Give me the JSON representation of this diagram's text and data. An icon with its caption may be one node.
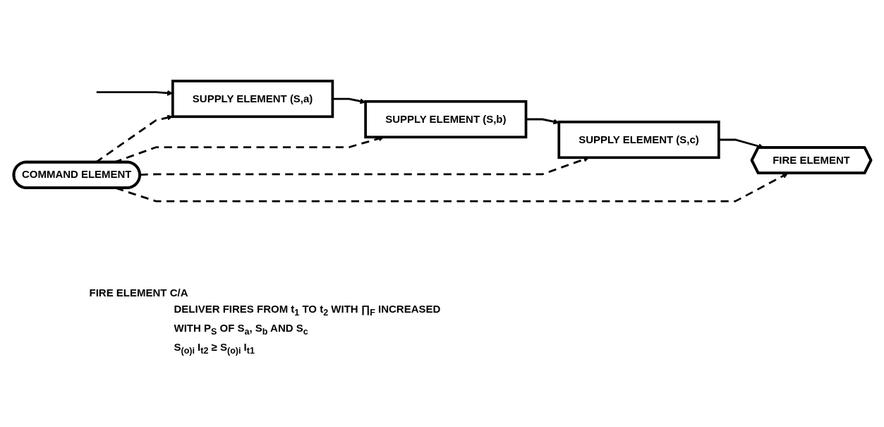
{
  "diagram": {
    "nodes": [
      {
        "text": [
          "COMMAND ELEMENT"
        ]
      },
      {
        "text": [
          "SUPPLY ELEMENT (S,a)"
        ]
      },
      {
        "text": [
          "SUPPLY ELEMENT (S,b)"
        ]
      },
      {
        "text": [
          "SUPPLY ELEMENT (S,c)"
        ]
      },
      {
        "text": [
          "FIRE ELEMENT"
        ]
      }
    ],
    "edges": [
      {
        "from": null,
        "to": 1,
        "arrow": "to"
      },
      {
        "from": 1,
        "to": 2,
        "arrow": "to"
      },
      {
        "from": 2,
        "to": 3,
        "arrow": "to"
      },
      {
        "from": 3,
        "to": 4,
        "arrow": "to"
      },
      {
        "from": 0,
        "to": 1,
        "arrow": "to",
        "style": "dashed"
      },
      {
        "from": 0,
        "to": 2,
        "arrow": "to",
        "style": "dashed"
      },
      {
        "from": 0,
        "to": 3,
        "arrow": "to",
        "style": "dashed"
      },
      {
        "from": 0,
        "to": 4,
        "arrow": "to",
        "style": "dashed"
      }
    ],
    "labels": [
      "FIRE ELEMENT C/A",
      "DELIVER FIRES FROM t$_{1}$ TO t$_{2}$ WITH ∏$_{F}$ INCREASED",
      "WITH P$_{S}$ OF S$_{a}$, S$_{b}$ AND S$_{c}$",
      "S$_{(o)i}$ I$_{t2}$ ≥ S$_{(o)i}$ I$_{t1}$"
    ]
  }
}
